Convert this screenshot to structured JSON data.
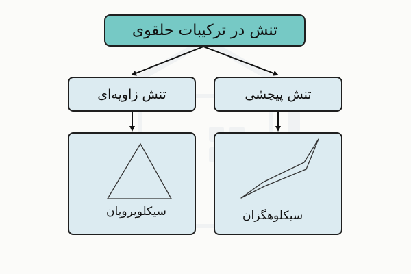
{
  "diagram": {
    "root": {
      "label": "تنش در ترکیبات حلقوی"
    },
    "branches": [
      {
        "label": "تنش زاویه‌ای",
        "example": "سیکلوپروپان",
        "shape_icon": "triangle-icon"
      },
      {
        "label": "تنش پیچشی",
        "example": "سیکلوهگزان",
        "shape_icon": "chair-conformation-icon"
      }
    ]
  },
  "colors": {
    "root_fill": "#76c9c5",
    "box_fill": "#dcebf1",
    "border": "#1f1f1f",
    "background": "#fbfbf9"
  }
}
